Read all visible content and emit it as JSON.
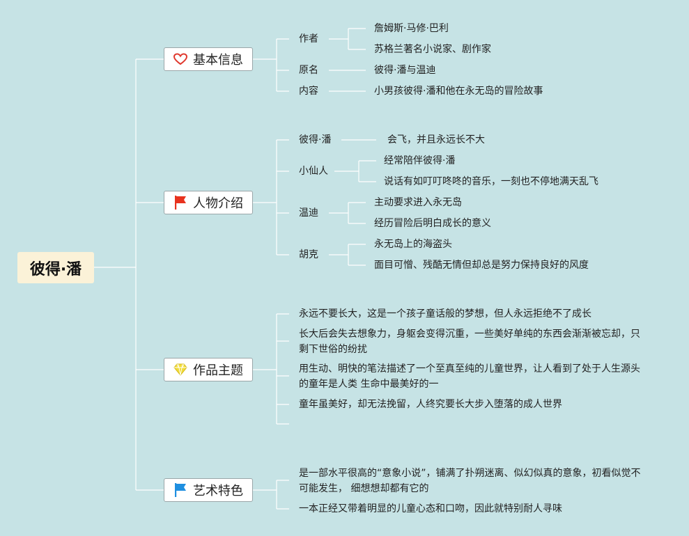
{
  "root": "彼得·潘",
  "branches": [
    {
      "label": "基本信息",
      "icon": "heart-icon",
      "items": [
        {
          "label": "作者",
          "children": [
            "詹姆斯·马修·巴利",
            "苏格兰著名小说家、剧作家"
          ]
        },
        {
          "label": "原名",
          "children": [
            "彼得·潘与温迪"
          ]
        },
        {
          "label": "内容",
          "children": [
            "小男孩彼得·潘和他在永无岛的冒险故事"
          ]
        }
      ]
    },
    {
      "label": "人物介绍",
      "icon": "flag-red-icon",
      "items": [
        {
          "label": "彼得·潘",
          "children": [
            "会飞，并且永远长不大"
          ]
        },
        {
          "label": "小仙人",
          "children": [
            "经常陪伴彼得·潘",
            "说话有如叮叮咚咚的音乐，一刻也不停地满天乱飞"
          ]
        },
        {
          "label": "温迪",
          "children": [
            "主动要求进入永无岛",
            "经历冒险后明白成长的意义"
          ]
        },
        {
          "label": "胡克",
          "children": [
            "永无岛上的海盗头",
            "面目可憎、残酷无情但却总是努力保持良好的风度"
          ]
        }
      ]
    },
    {
      "label": "作品主题",
      "icon": "diamond-icon",
      "items": [
        "永远不要长大，这是一个孩子童话般的梦想，但人永远拒绝不了成长",
        "长大后会失去想象力，身躯会变得沉重，一些美好单纯的东西会渐渐被忘却，只剩下世俗的纷扰",
        "用生动、明快的笔法描述了一个至真至纯的儿童世界，让人看到了处于人生源头的童年是人类 生命中最美好的一",
        "童年虽美好，却无法挽留，人终究要长大步入堕落的成人世界"
      ]
    },
    {
      "label": "艺术特色",
      "icon": "flag-blue-icon",
      "items": [
        "是一部水平很高的“意象小说”，铺满了扑朔迷离、似幻似真的意象，初看似觉不可能发生， 细想想却都有它的",
        "一本正经又带着明显的儿童心态和口吻，因此就特别耐人寻味"
      ]
    }
  ],
  "colors": {
    "background": "#c6e3e5",
    "line": "#ffffff",
    "root_fill": "#fbf2d8",
    "heart": "#e0392e",
    "flag_red": "#e8321e",
    "diamond": "#f2dc3a",
    "flag_blue": "#1f8fe0"
  }
}
